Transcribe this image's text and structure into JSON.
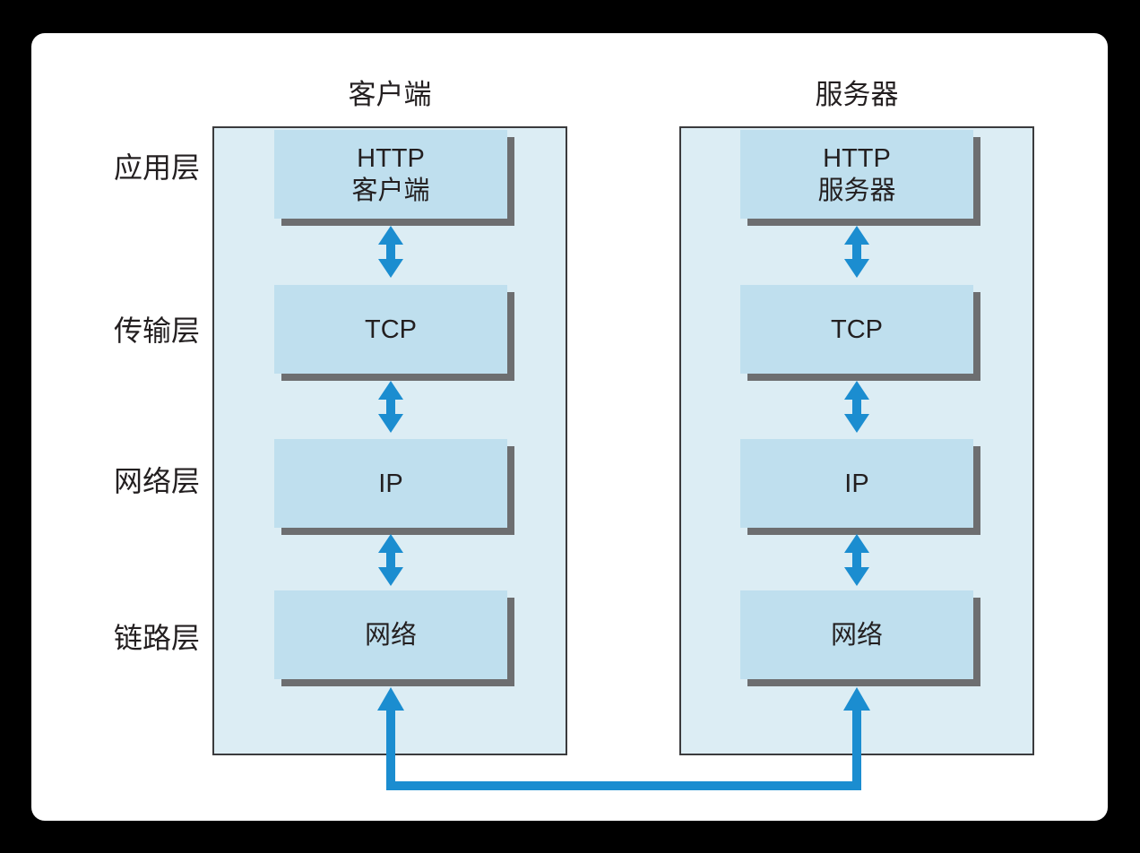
{
  "colors": {
    "accent_blue": "#1b8dd0",
    "panel_bg": "#dcedf4",
    "box_bg": "#bfdfee",
    "box_shadow": "#6d6e70",
    "card_bg": "#ffffff",
    "page_bg": "#000000",
    "text": "#231f20"
  },
  "layer_labels": [
    "应用层",
    "传输层",
    "网络层",
    "链路层"
  ],
  "client": {
    "title": "客户端",
    "boxes": [
      "HTTP\n客户端",
      "TCP",
      "IP",
      "网络"
    ]
  },
  "server": {
    "title": "服务器",
    "boxes": [
      "HTTP\n服务器",
      "TCP",
      "IP",
      "网络"
    ]
  },
  "icons": {
    "double_arrow": "double-headed vertical arrow",
    "up_arrow": "upward arrowhead"
  }
}
